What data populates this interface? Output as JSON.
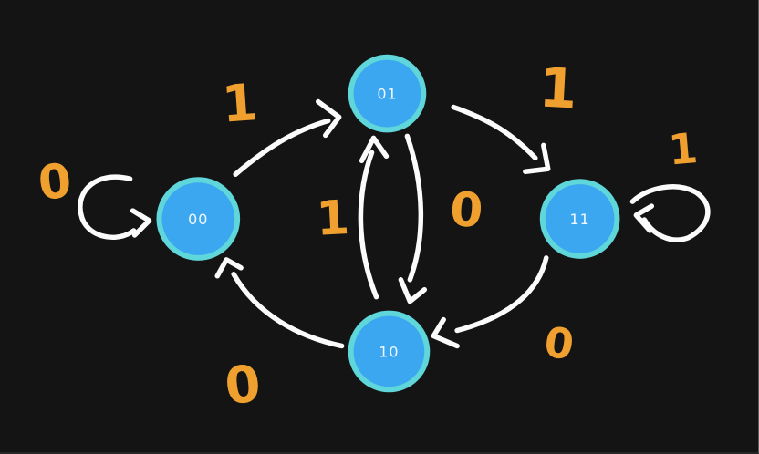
{
  "diagram": {
    "type": "finite-state-machine",
    "background_color": "#141414",
    "colors": {
      "node_fill": "#3aa7f0",
      "node_ring": "#5fd6da",
      "node_text": "#f2f8ff",
      "edge_stroke": "#fbfbfb",
      "edge_label": "#f0a02f"
    },
    "nodes": [
      {
        "id": "00",
        "label": "00"
      },
      {
        "id": "01",
        "label": "01"
      },
      {
        "id": "11",
        "label": "11"
      },
      {
        "id": "10",
        "label": "10"
      }
    ],
    "edges": [
      {
        "from": "00",
        "to": "00",
        "label": "0"
      },
      {
        "from": "00",
        "to": "01",
        "label": "1"
      },
      {
        "from": "01",
        "to": "11",
        "label": "1"
      },
      {
        "from": "11",
        "to": "11",
        "label": "1"
      },
      {
        "from": "10",
        "to": "01",
        "label": "1"
      },
      {
        "from": "01",
        "to": "10",
        "label": "0"
      },
      {
        "from": "11",
        "to": "10",
        "label": "0"
      },
      {
        "from": "10",
        "to": "00",
        "label": "0"
      }
    ]
  }
}
